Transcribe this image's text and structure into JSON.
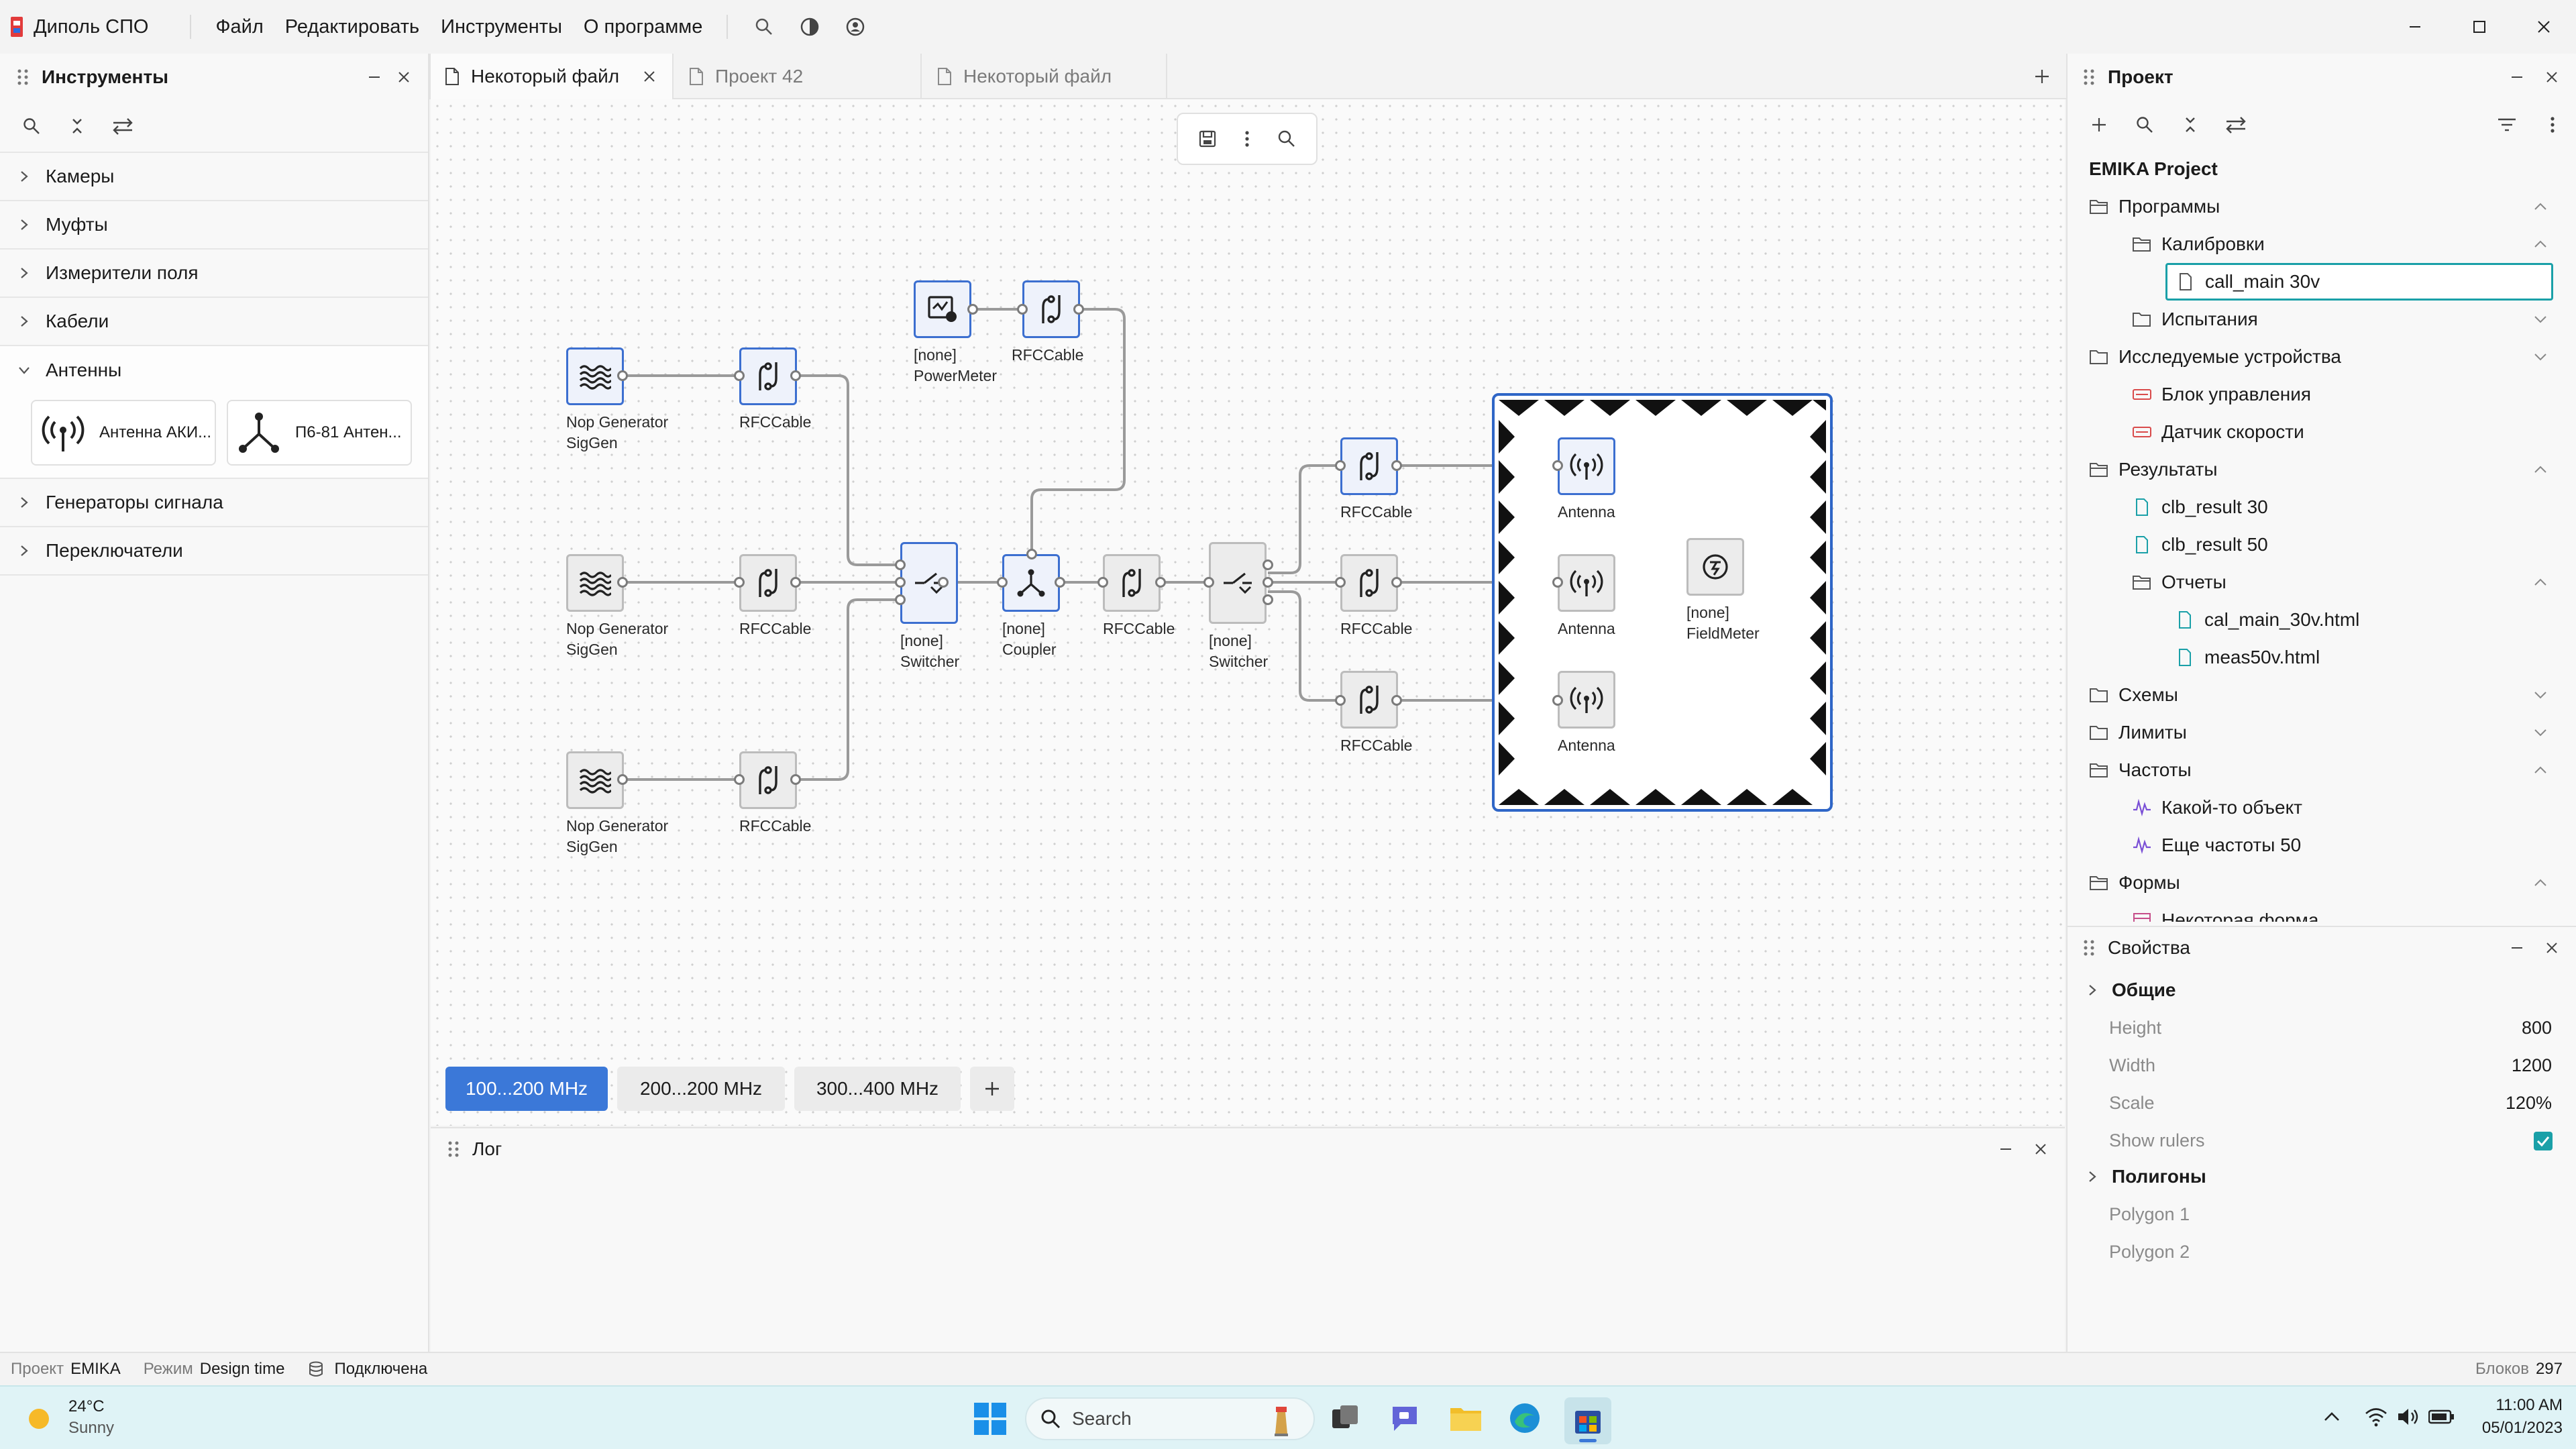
{
  "app": {
    "title": "Диполь СПО"
  },
  "menu": [
    "Файл",
    "Редактировать",
    "Инструменты",
    "О программе"
  ],
  "tools_panel": {
    "title": "Инструменты",
    "categories": [
      "Камеры",
      "Муфты",
      "Измерители поля",
      "Кабели",
      "Антенны",
      "Генераторы сигнала",
      "Переключатели"
    ],
    "antenna_cards": [
      "Антенна АКИ...",
      "П6-81 Антен..."
    ]
  },
  "tabs": [
    "Некоторый файл",
    "Проект 42",
    "Некоторый файл"
  ],
  "nodes": {
    "siggen1": [
      "Nop Generator",
      "SigGen"
    ],
    "siggen2": [
      "Nop Generator",
      "SigGen"
    ],
    "siggen3": [
      "Nop Generator",
      "SigGen"
    ],
    "cable1": "RFCCable",
    "cable2": "RFCCable",
    "cable3": "RFCCable",
    "powermeter": [
      "[none]",
      "PowerMeter"
    ],
    "cable_top": "RFCCable",
    "switcher1": [
      "[none]",
      "Switcher"
    ],
    "coupler": [
      "[none]",
      "Coupler"
    ],
    "cable_mid": "RFCCable",
    "switcher2": [
      "[none]",
      "Switcher"
    ],
    "cable_r1": "RFCCable",
    "cable_r2": "RFCCable",
    "cable_r3": "RFCCable",
    "antenna1": "Antenna",
    "antenna2": "Antenna",
    "antenna3": "Antenna",
    "fieldmeter": [
      "[none]",
      "FieldMeter"
    ]
  },
  "freq_tabs": [
    "100...200 MHz",
    "200...200 MHz",
    "300...400 MHz"
  ],
  "log_panel": {
    "title": "Лог"
  },
  "project_panel": {
    "title": "Проект",
    "project_name": "EMIKA Project",
    "tree": [
      "Программы",
      "Калибровки",
      "call_main 30v",
      "Испытания",
      "Исследуемые устройства",
      "Блок управления",
      "Датчик скорости",
      "Результаты",
      "clb_result 30",
      "clb_result 50",
      "Отчеты",
      "cal_main_30v.html",
      "meas50v.html",
      "Схемы",
      "Лимиты",
      "Частоты",
      "Какой-то объект",
      "Еще частоты 50",
      "Формы",
      "Некоторая форма"
    ]
  },
  "props_panel": {
    "title": "Свойства",
    "group_general": "Общие",
    "height_label": "Height",
    "height_value": "800",
    "width_label": "Width",
    "width_value": "1200",
    "scale_label": "Scale",
    "scale_value": "120%",
    "rulers_label": "Show rulers",
    "show_rulers": true,
    "group_polygons": "Полигоны",
    "polygon1": "Polygon 1",
    "polygon2": "Polygon 2"
  },
  "statusbar": {
    "project_key": "Проект",
    "project_value": "EMIKA",
    "mode_key": "Режим",
    "mode_value": "Design time",
    "connection": "Подключена",
    "blocks_key": "Блоков",
    "blocks_value": "297"
  },
  "taskbar": {
    "temp": "24°C",
    "weather": "Sunny",
    "search_placeholder": "Search",
    "time": "11:00 AM",
    "date": "05/01/2023"
  },
  "colors": {
    "accent": "#3b78d8",
    "node_border": "#3c6fd0",
    "taskbar": "#dff3f6"
  }
}
